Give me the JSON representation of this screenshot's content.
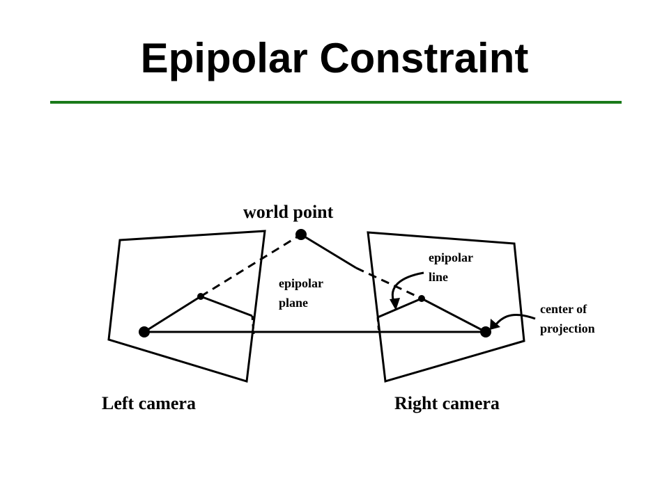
{
  "slide": {
    "title": "Epipolar Constraint",
    "rule_color": "#1a7a1a"
  },
  "diagram": {
    "labels": {
      "world_point": "world point",
      "epipolar_plane": [
        "epipolar",
        "plane"
      ],
      "epipolar_line": [
        "epipolar",
        "line"
      ],
      "center_of_projection": [
        "center of",
        "projection"
      ],
      "left_camera": "Left camera",
      "right_camera": "Right camera"
    }
  }
}
